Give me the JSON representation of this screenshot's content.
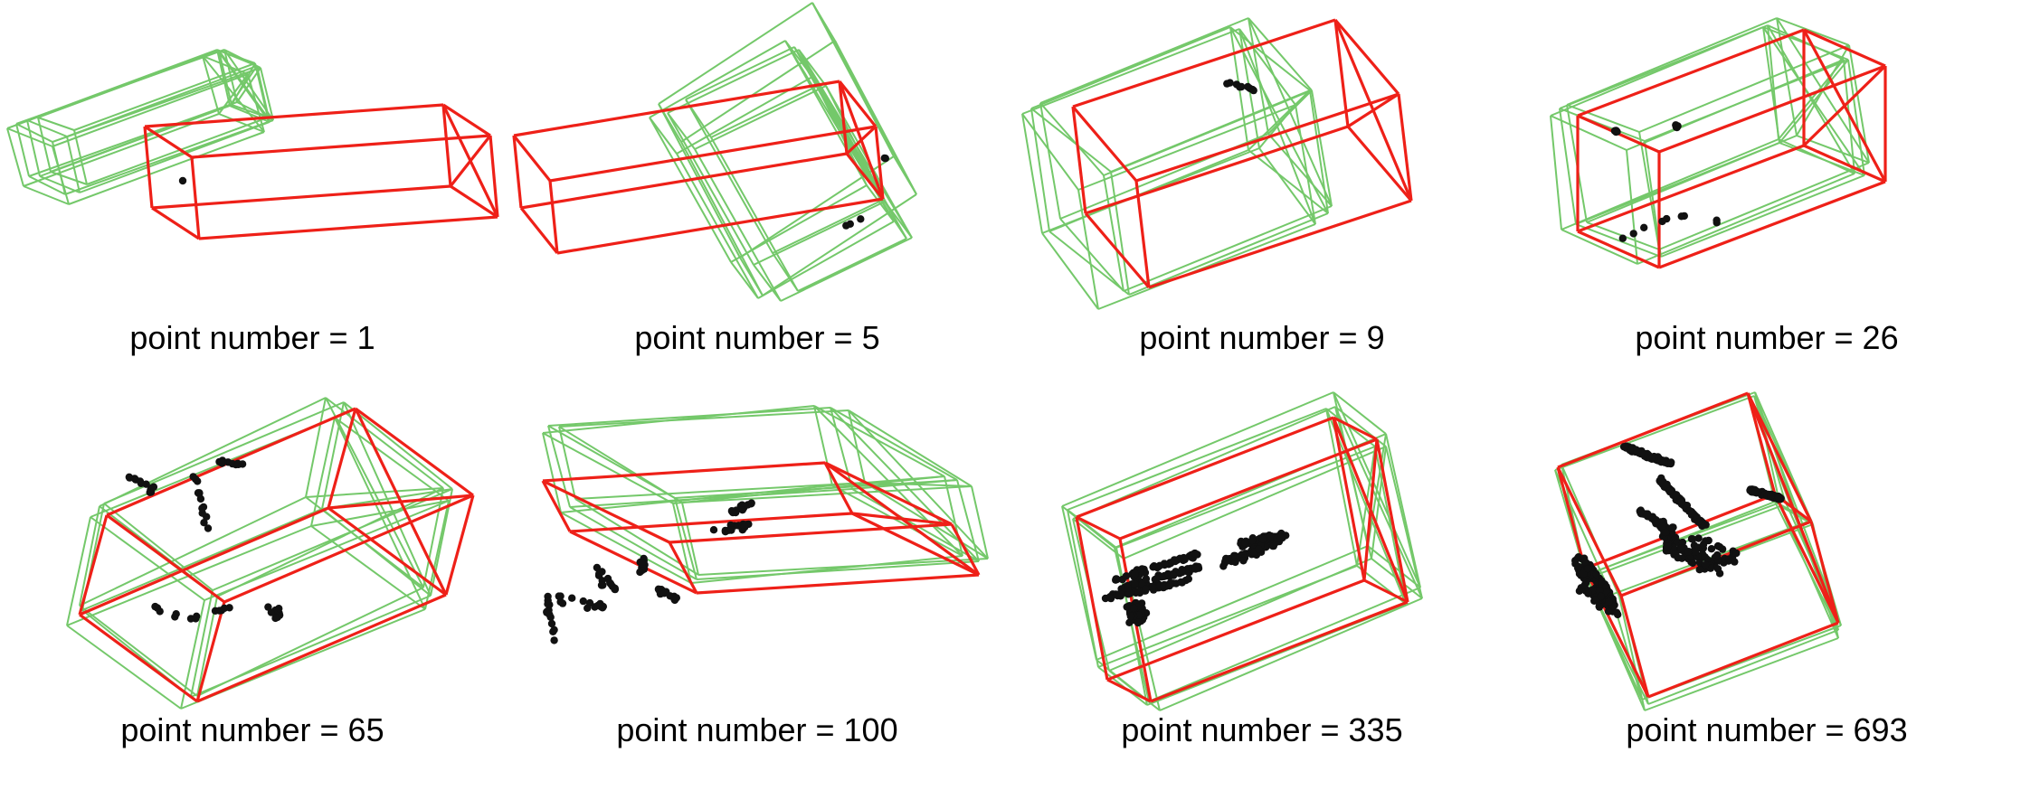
{
  "panels": [
    {
      "caption": "point number = 1",
      "points": 1
    },
    {
      "caption": "point number = 5",
      "points": 5
    },
    {
      "caption": "point number = 9",
      "points": 9
    },
    {
      "caption": "point number = 26",
      "points": 26
    },
    {
      "caption": "point number = 65",
      "points": 65
    },
    {
      "caption": "point number = 100",
      "points": 100
    },
    {
      "caption": "point number = 335",
      "points": 335
    },
    {
      "caption": "point number = 693",
      "points": 693
    }
  ],
  "colors": {
    "proposal_boxes": "#74c86a",
    "ground_truth_box": "#ee2018",
    "points": "#111111"
  }
}
